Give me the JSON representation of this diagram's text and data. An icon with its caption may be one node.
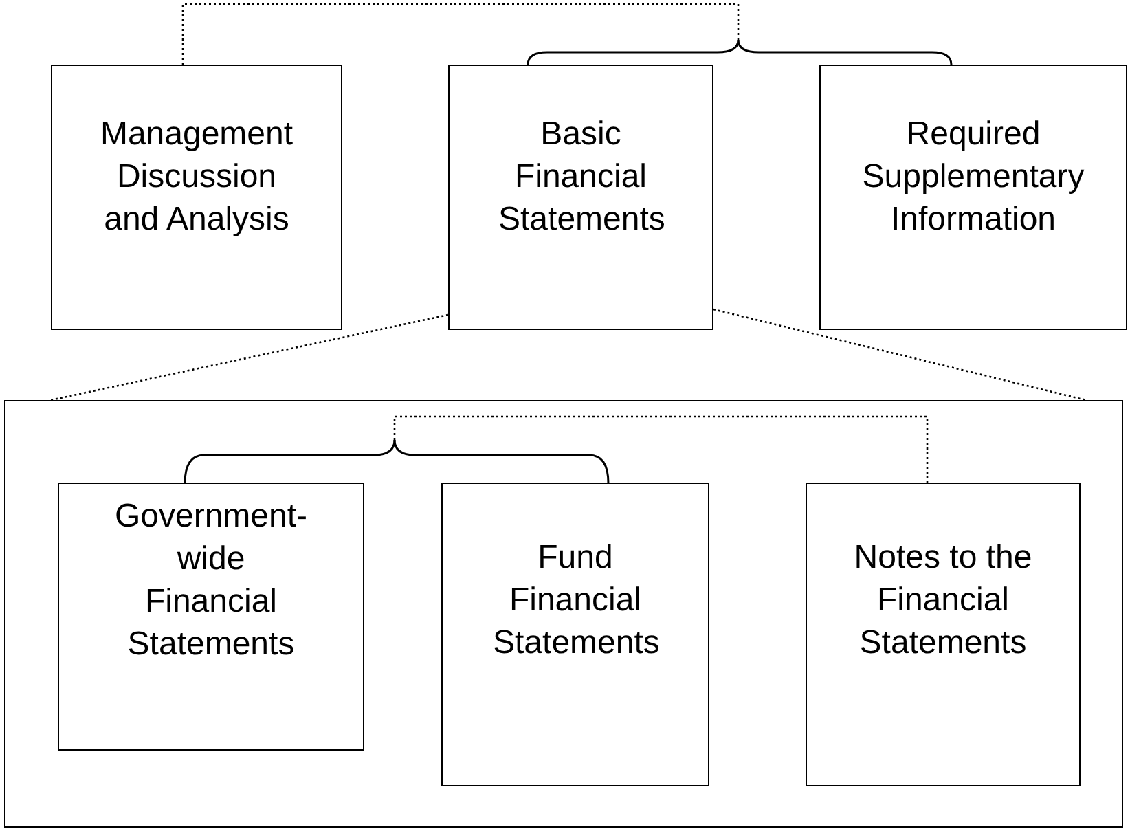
{
  "diagram": {
    "nodes": [
      {
        "text": [
          "Management Discussion and Analysis"
        ]
      },
      {
        "text": [
          "Basic Financial Statements"
        ]
      },
      {
        "text": [
          "Required Supplementary Information"
        ]
      },
      {
        "text": [],
        "shape": "box"
      },
      {
        "text": [
          "Government-wide Financial Statements"
        ],
        "in": 3
      },
      {
        "text": [
          "Fund Financial Statements"
        ],
        "in": 3
      },
      {
        "text": [
          "Notes to the Financial Statements"
        ],
        "in": 3
      }
    ],
    "edges": [
      {
        "from": 0,
        "to": 1,
        "arrow": "none",
        "style": "dashed"
      },
      {
        "from": 0,
        "to": 2,
        "arrow": "none",
        "style": "dashed"
      },
      {
        "from": 1,
        "to": 3,
        "arrow": "none",
        "style": "dashed"
      },
      {
        "from": 1,
        "to": 3,
        "arrow": "none",
        "style": "dashed"
      },
      {
        "from": 6,
        "to": 4,
        "arrow": "none",
        "style": "dashed"
      },
      {
        "from": 6,
        "to": 5,
        "arrow": "none",
        "style": "dashed"
      }
    ]
  }
}
